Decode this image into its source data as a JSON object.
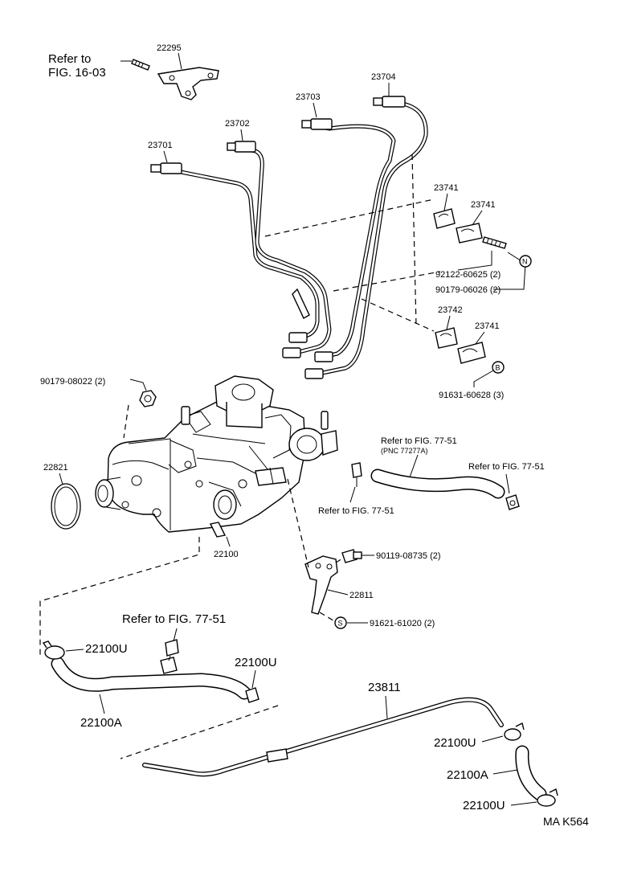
{
  "labels": {
    "refer_16_03_line1": "Refer to",
    "refer_16_03_line2": "FIG. 16-03",
    "p22295": "22295",
    "p23704": "23704",
    "p23703": "23703",
    "p23702": "23702",
    "p23701": "23701",
    "p23741_a": "23741",
    "p23741_b": "23741",
    "p92122": "92122-60625 (2)",
    "p90179_06026": "90179-06026 (2)",
    "p23742": "23742",
    "p23741_c": "23741",
    "p91631": "91631-60628 (3)",
    "p90179_08022": "90179-08022 (2)",
    "p22821": "22821",
    "p22100": "22100",
    "refer_77_51_pnc_line1": "Refer to FIG. 77-51",
    "refer_77_51_pnc_line2": "(PNC 77277A)",
    "refer_77_51_right": "Refer to FIG. 77-51",
    "refer_77_51_mid": "Refer to FIG. 77-51",
    "p90119": "90119-08735 (2)",
    "p22811": "22811",
    "p91621": "91621-61020 (2)",
    "refer_77_51_lower": "Refer to FIG. 77-51",
    "p22100u_1": "22100U",
    "p22100u_2": "22100U",
    "p22100a_1": "22100A",
    "p23811": "23811",
    "p22100u_3": "22100U",
    "p22100a_2": "22100A",
    "p22100u_4": "22100U",
    "code": "MA K564"
  },
  "markers": {
    "n": "N",
    "b": "B",
    "s": "S"
  }
}
